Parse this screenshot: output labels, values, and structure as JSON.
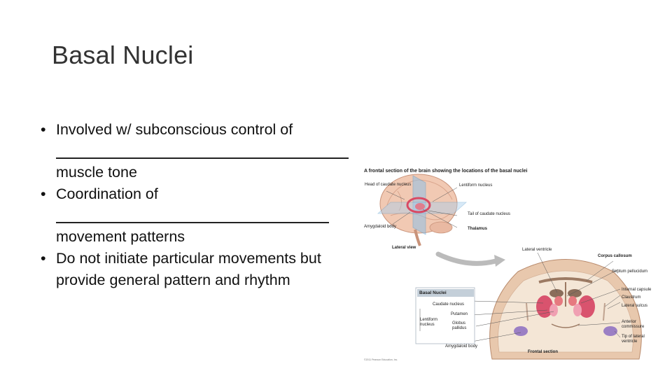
{
  "slide": {
    "title": "Basal Nuclei",
    "bullets": [
      {
        "text_before": "Involved w/ subconscious control of",
        "text_after": "muscle tone"
      },
      {
        "text_before": "Coordination of",
        "text_after": "movement patterns"
      },
      {
        "text": "Do not initiate particular movements but provide general pattern and rhythm"
      }
    ]
  },
  "figure": {
    "heading": "A frontal section of the brain showing the locations of the basal nuclei",
    "lateral_labels": {
      "head_caudate": "Head of caudate nucleus",
      "lentiform": "Lentiform nucleus",
      "tail_caudate": "Tail of caudate nucleus",
      "thalamus": "Thalamus",
      "amygdaloid": "Amygdaloid body",
      "view": "Lateral view"
    },
    "frontal_labels": {
      "lateral_ventricle": "Lateral ventricle",
      "corpus_callosum": "Corpus callosum",
      "septum": "Septum pellucidum",
      "internal_capsule": "Internal capsule",
      "claustrum": "Claustrum",
      "lateral_sulcus": "Lateral sulcus",
      "anterior_commissure": "Anterior commissure",
      "tip_ventricle": "Tip of lateral ventricle",
      "amygdaloid": "Amygdaloid body",
      "section": "Frontal section"
    },
    "key": {
      "title": "Basal Nuclei",
      "caudate": "Caudate nucleus",
      "putamen": "Putamen",
      "lentiform": "Lentiform nucleus",
      "globus": "Globus pallidus"
    },
    "copyright": "©2011 Pearson Education, Inc."
  }
}
